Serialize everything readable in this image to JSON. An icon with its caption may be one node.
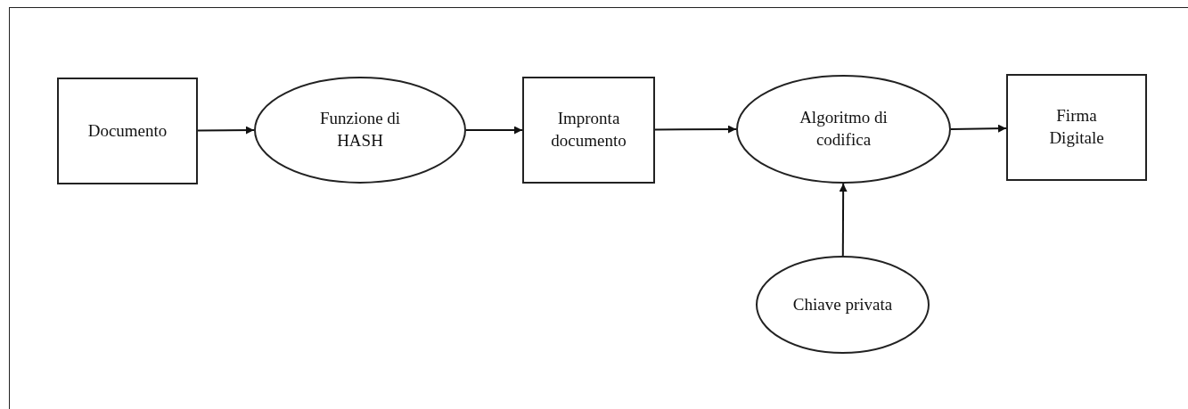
{
  "diagram": {
    "nodes": [
      {
        "text": [
          "Documento"
        ]
      },
      {
        "text": [
          "Funzione di HASH"
        ]
      },
      {
        "text": [
          "Impronta documento"
        ]
      },
      {
        "text": [
          "Algoritmo di codifica"
        ]
      },
      {
        "text": [
          "Firma Digitale"
        ]
      },
      {
        "text": [
          "Chiave privata"
        ]
      }
    ],
    "edges": [
      {
        "from": 0,
        "to": 1,
        "arrow": "to"
      },
      {
        "from": 1,
        "to": 2,
        "arrow": "to"
      },
      {
        "from": 2,
        "to": 3,
        "arrow": "to"
      },
      {
        "from": 3,
        "to": 4,
        "arrow": "to"
      },
      {
        "from": 5,
        "to": 3,
        "arrow": "to"
      }
    ]
  }
}
